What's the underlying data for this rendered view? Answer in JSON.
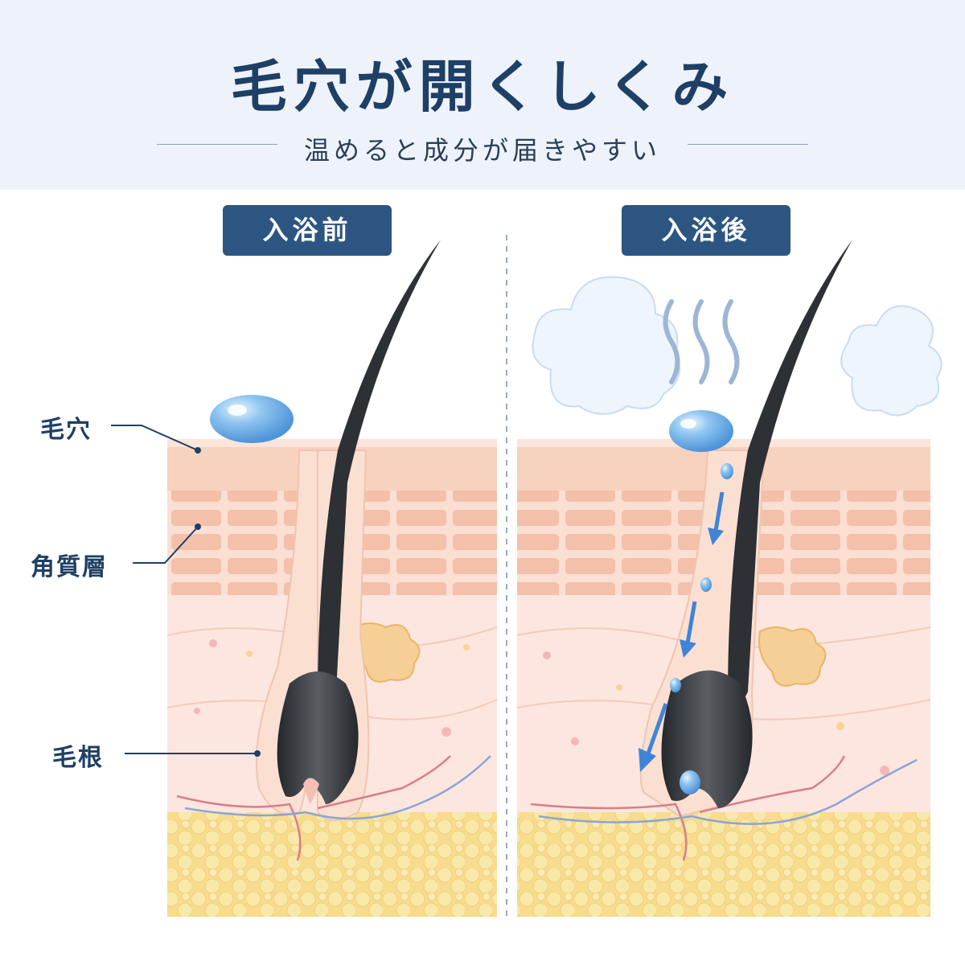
{
  "header": {
    "title": "毛穴が開くしくみ",
    "subtitle": "温めると成分が届きやすい"
  },
  "panels": {
    "before": {
      "label": "入浴前"
    },
    "after": {
      "label": "入浴後"
    }
  },
  "labels": {
    "pore": "毛穴",
    "stratum_corneum": "角質層",
    "hair_root": "毛根"
  },
  "colors": {
    "header_bg": "#eef3fb",
    "title": "#1e3f66",
    "badge": "#2c5681",
    "skin": "#f9dccd",
    "fat": "#f7e09a",
    "hair": "#3b3e43",
    "droplet": "#7fbbea",
    "arrow": "#3f84d8"
  },
  "icons": [
    "droplet-icon",
    "steam-cloud-icon",
    "steam-wave-icon",
    "down-arrow-icon"
  ]
}
